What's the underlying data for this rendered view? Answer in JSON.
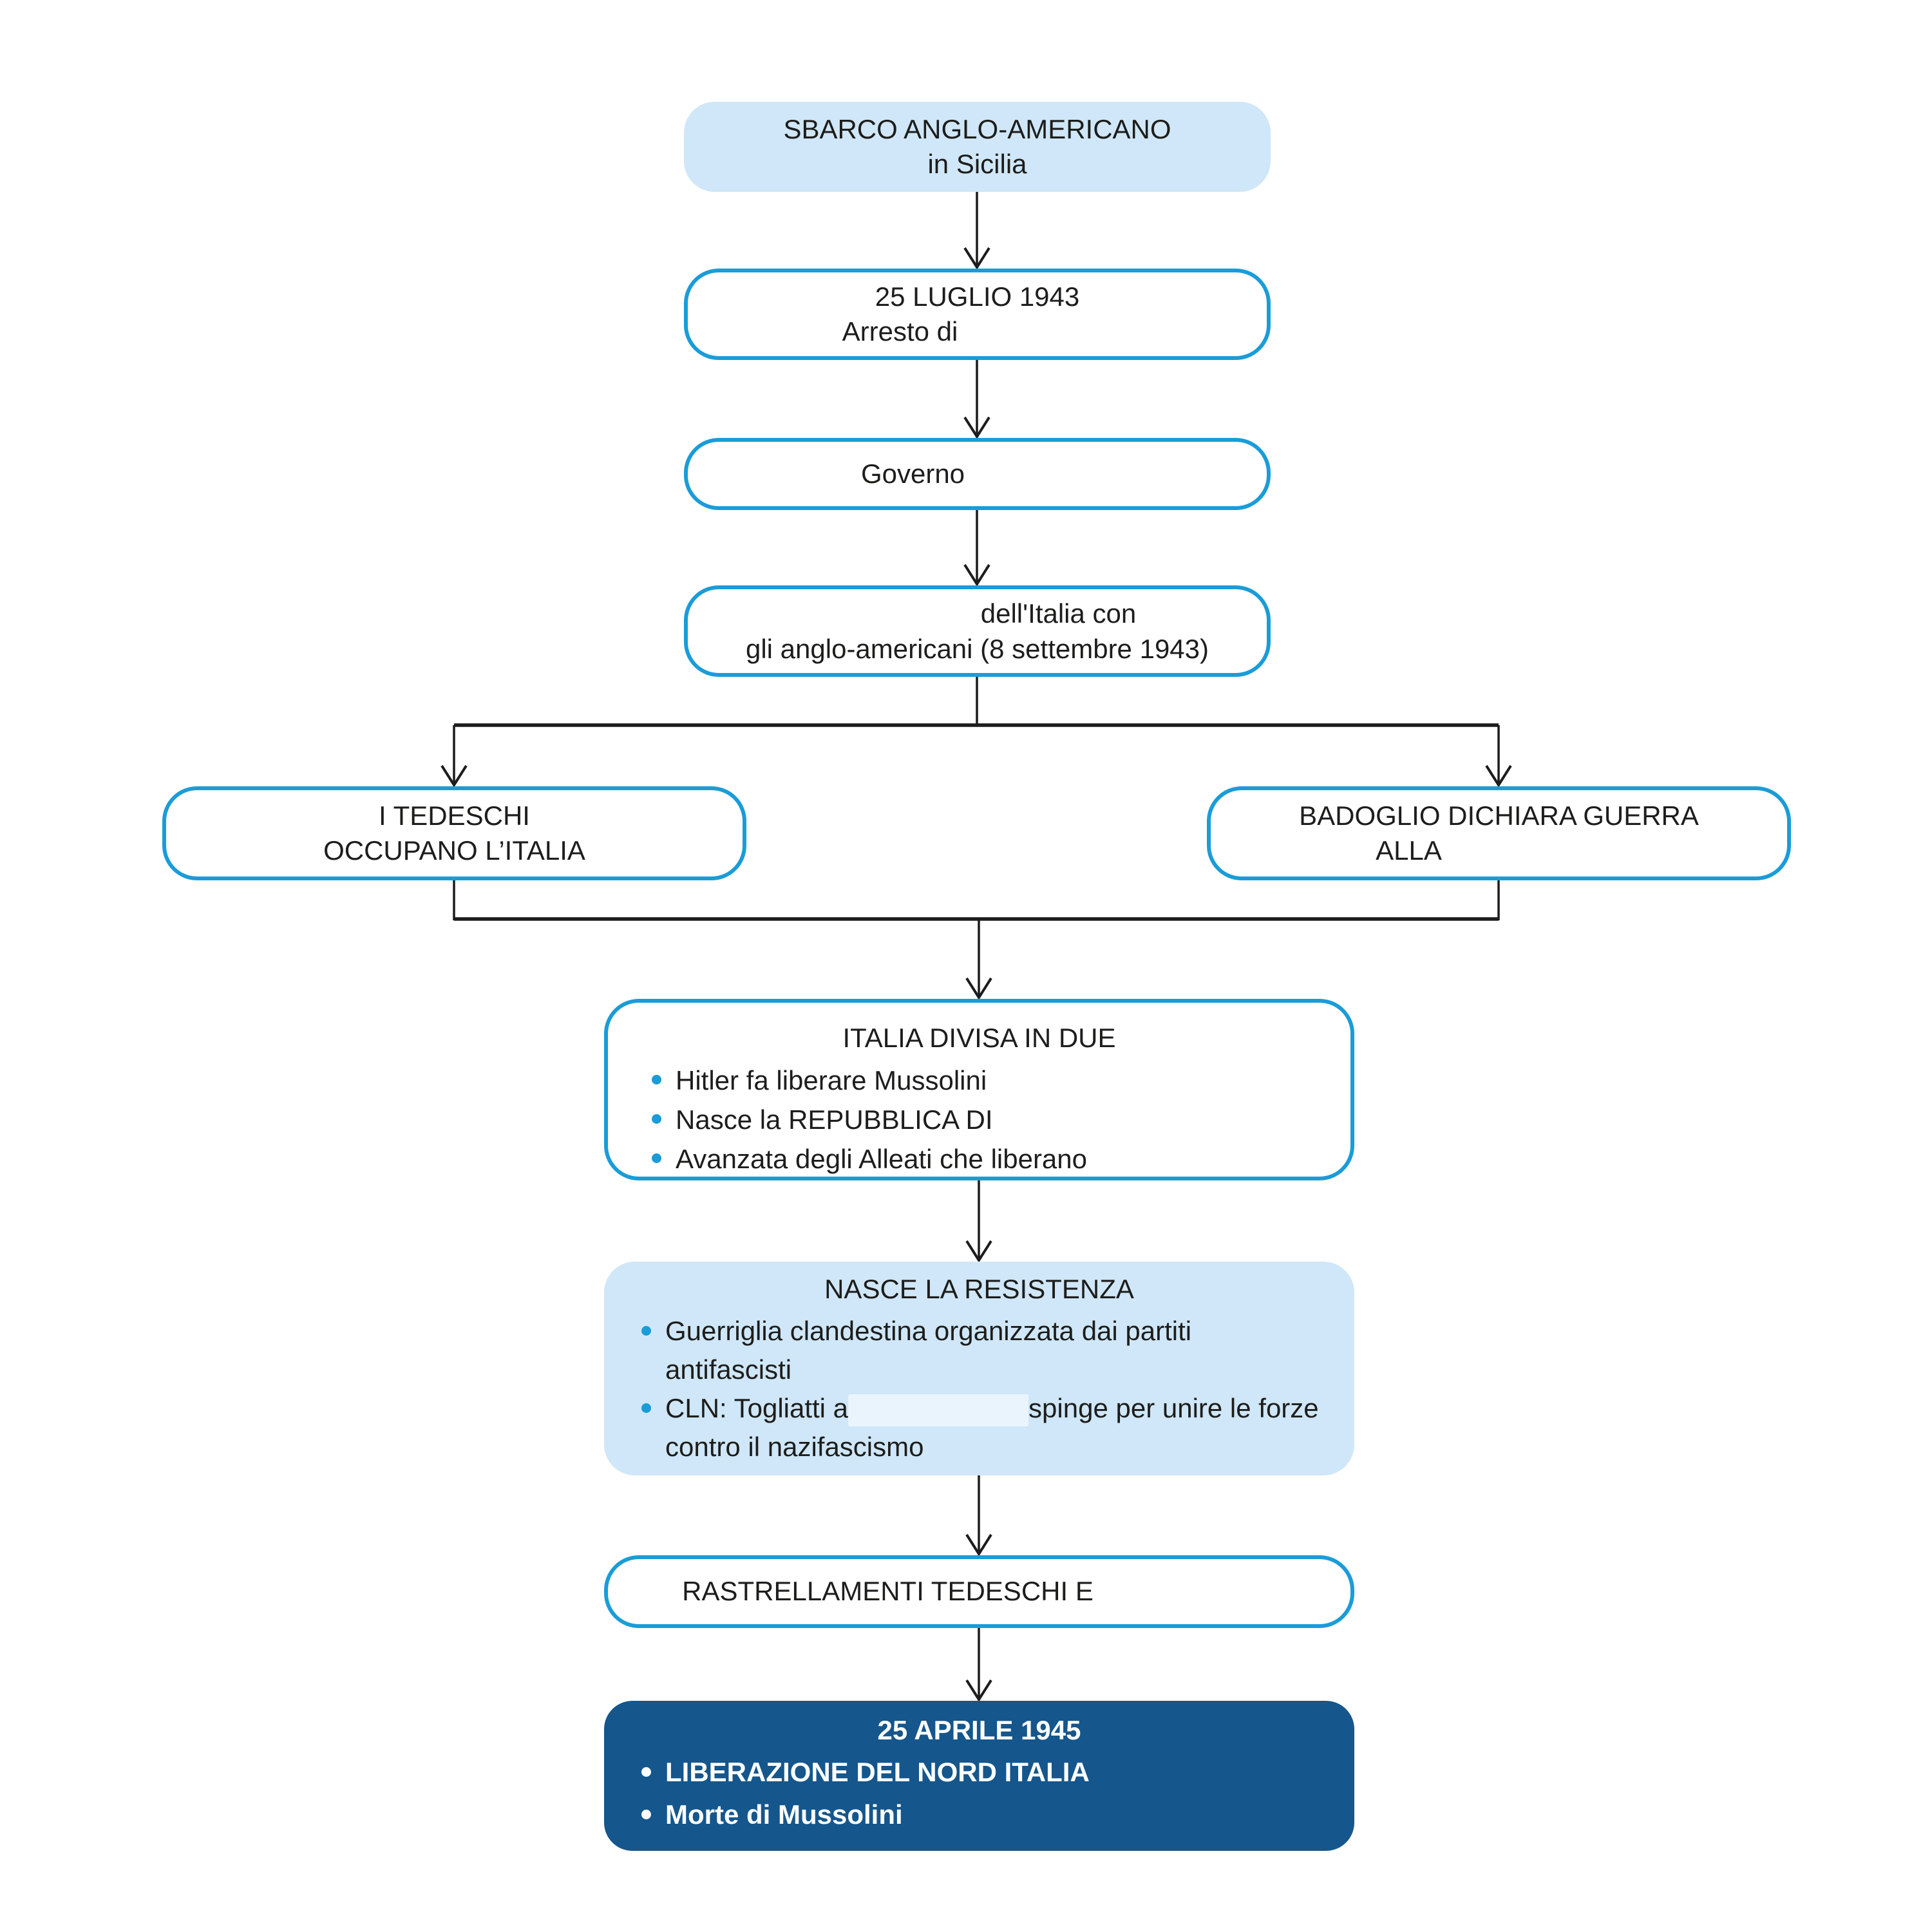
{
  "colors": {
    "light_box_fill": "#CFE7F8",
    "outline_box_border": "#1A9CD8",
    "dark_box_fill": "#15568C",
    "bullet_dot": "#1A9CD8",
    "connector": "#1c1c1c",
    "text": "#1d1d1b",
    "dark_box_text": "#ffffff"
  },
  "nodes": {
    "sbarco": {
      "line1": "SBARCO ANGLO-AMERICANO",
      "line2": "in Sicilia"
    },
    "luglio": {
      "line1": "25 LUGLIO 1943",
      "line2": "Arresto di"
    },
    "governo": {
      "line1": "Governo"
    },
    "armistizio": {
      "line1": "dell'Italia con",
      "line2": "gli anglo-americani (8 settembre 1943)"
    },
    "tedeschi": {
      "line1": "I TEDESCHI",
      "line2": "OCCUPANO L’ITALIA"
    },
    "badoglio": {
      "line1": "BADOGLIO DICHIARA GUERRA",
      "line2": "ALLA"
    },
    "divisa": {
      "title": "ITALIA DIVISA IN DUE",
      "bullets": [
        "Hitler fa liberare Mussolini",
        "Nasce la REPUBBLICA DI",
        "Avanzata degli Alleati che liberano"
      ]
    },
    "resistenza": {
      "title": "NASCE LA RESISTENZA",
      "bullet1_line1": "Guerriglia clandestina organizzata dai partiti",
      "bullet1_line2": "antifascisti",
      "bullet2_pre": "CLN: Togliatti a",
      "bullet2_post": "spinge per unire le forze",
      "bullet2_line2": "contro il nazifascismo"
    },
    "rastrellamenti": {
      "line1": "RASTRELLAMENTI TEDESCHI E"
    },
    "aprile": {
      "title": "25 APRILE 1945",
      "bullets": [
        "LIBERAZIONE DEL NORD ITALIA",
        "Morte di Mussolini"
      ]
    }
  }
}
